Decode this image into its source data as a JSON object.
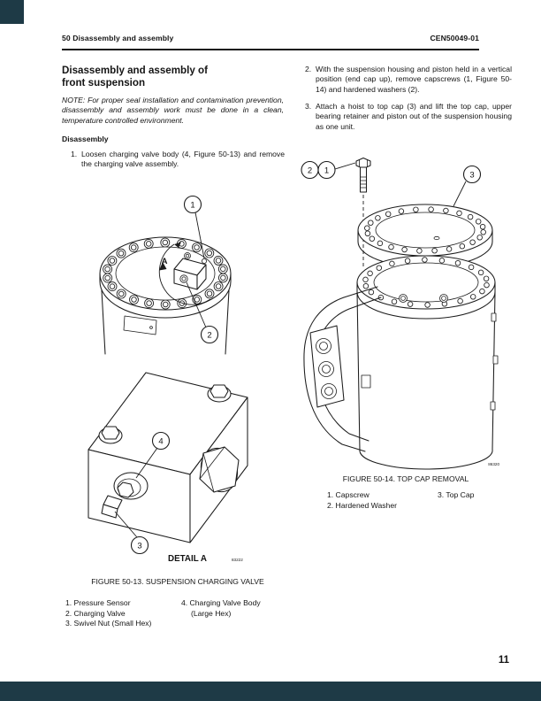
{
  "page": {
    "header_left": "50 Disassembly and assembly",
    "header_right": "CEN50049-01",
    "page_number": "11",
    "accent_color": "#1e3a46"
  },
  "article": {
    "title_line1": "Disassembly and assembly of",
    "title_line2": "front suspension",
    "note": "NOTE: For proper seal installation and contamination prevention, disassembly and assembly work must be done in a clean, temperature controlled environment.",
    "section_heading": "Disassembly",
    "steps": {
      "s1_num": "1.",
      "s1": "Loosen charging valve body (4, Figure 50-13) and remove the charging valve assembly.",
      "s2_num": "2.",
      "s2": "With the suspension housing and piston held in a vertical position (end cap up), remove capscrews (1, Figure 50-14) and hardened washers (2).",
      "s3_num": "3.",
      "s3": "Attach a hoist to top cap (3) and lift the top cap, upper bearing retainer and piston out of the suspension housing as one unit."
    }
  },
  "figure13": {
    "overview_callouts": {
      "c1": "1",
      "c2": "2",
      "view_label": "A"
    },
    "detail_callouts": {
      "c3": "3",
      "c4": "4"
    },
    "detail_label": "DETAIL A",
    "detail_drawing_number": "83222",
    "caption": "FIGURE 50-13. SUSPENSION CHARGING VALVE",
    "legend": {
      "item1": "1. Pressure Sensor",
      "item2": "2. Charging Valve",
      "item3": "3. Swivel Nut (Small Hex)",
      "item4": "4. Charging Valve Body",
      "item4_cont": "(Large Hex)"
    }
  },
  "figure14": {
    "callouts": {
      "c1": "1",
      "c2": "2",
      "c3": "3"
    },
    "drawing_number": "86320",
    "caption": "FIGURE 50-14. TOP CAP REMOVAL",
    "legend": {
      "item1": "1. Capscrew",
      "item2": "2. Hardened Washer",
      "item3": "3. Top Cap"
    }
  }
}
